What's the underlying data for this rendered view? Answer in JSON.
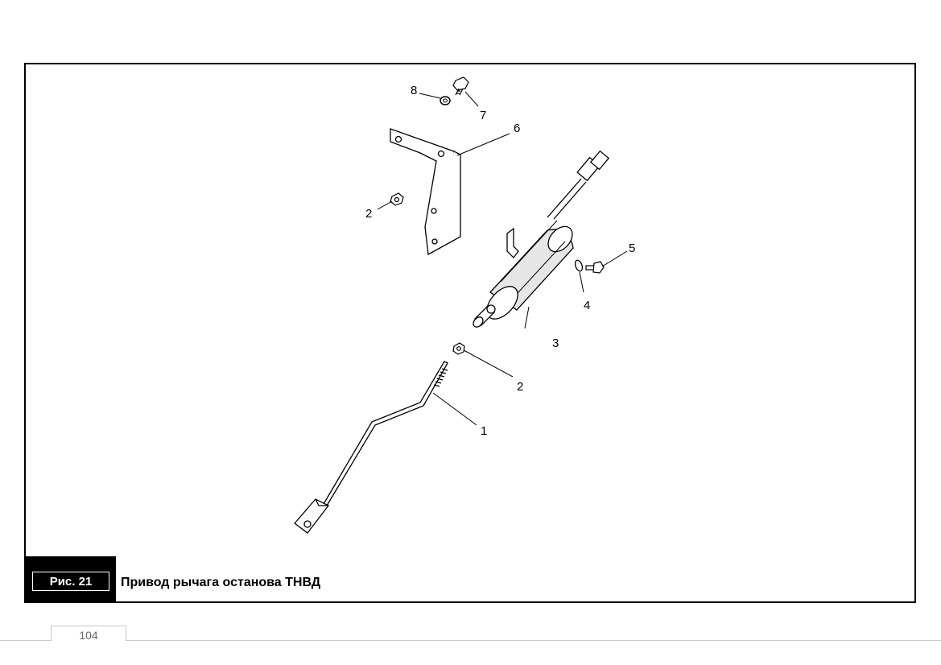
{
  "figure": {
    "number_label": "Рис. 21",
    "caption": "Привод рычага останова ТНВД"
  },
  "callouts": {
    "part1": "1",
    "part2_upper": "2",
    "part2_lower": "2",
    "part3": "3",
    "part4": "4",
    "part5": "5",
    "part6": "6",
    "part7": "7",
    "part8": "8"
  },
  "page": {
    "number": "104"
  },
  "colors": {
    "line": "#000000",
    "part_fill": "#ffffff",
    "shade": "#d9d9d9",
    "footer_line": "#c8c8c8"
  }
}
